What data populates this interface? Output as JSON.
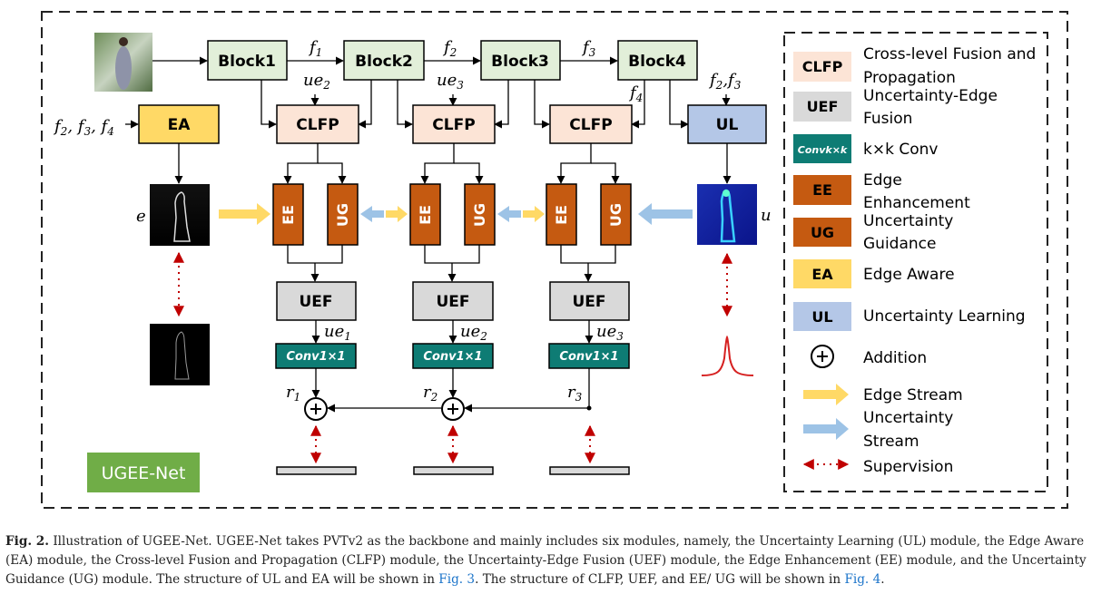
{
  "backbone": {
    "blocks": [
      "Block1",
      "Block2",
      "Block3",
      "Block4"
    ],
    "features": [
      "f1",
      "f2",
      "f3"
    ]
  },
  "labels": {
    "f1": "f",
    "f1_sub": "1",
    "f2": "f",
    "f2_sub": "2",
    "f3": "f",
    "f3_sub": "3",
    "f4_sub": "4",
    "ue2": "ue",
    "ue2_sub": "2",
    "ue3": "ue",
    "ue3_sub": "3",
    "ea_inputs": "f",
    "ul_inputs": "f",
    "e": "e",
    "u": "u",
    "ue1_out": "ue",
    "ue1_out_sub": "1",
    "ue2_out": "ue",
    "ue2_out_sub": "2",
    "ue3_out": "ue",
    "ue3_out_sub": "3",
    "r": "r",
    "r1_sub": "1",
    "r2_sub": "2",
    "r3_sub": "3"
  },
  "modules": {
    "clfp": "CLFP",
    "ea": "EA",
    "ul": "UL",
    "ee": "EE",
    "ug": "UG",
    "uef": "UEF",
    "conv": "Conv1×1",
    "net_name": "UGEE-Net"
  },
  "legend": [
    {
      "key": "CLFP",
      "line1": "Cross-level Fusion and",
      "line2": "Propagation",
      "color": "#fce4d6"
    },
    {
      "key": "UEF",
      "line1": "Uncertainty-Edge",
      "line2": "Fusion",
      "color": "#d9d9d9"
    },
    {
      "key": "Convk×k",
      "line1": "k×k Conv",
      "line2": "",
      "color": "#0e7c74"
    },
    {
      "key": "EE",
      "line1": "Edge",
      "line2": "Enhancement",
      "color": "#c55a11"
    },
    {
      "key": "UG",
      "line1": "Uncertainty",
      "line2": "Guidance",
      "color": "#c55a11"
    },
    {
      "key": "EA",
      "line1": "Edge Aware",
      "line2": "",
      "color": "#ffd966"
    },
    {
      "key": "UL",
      "line1": "Uncertainty Learning",
      "line2": "",
      "color": "#b4c7e7"
    },
    {
      "key": "+",
      "line1": "Addition",
      "line2": "",
      "color": "#ffffff"
    },
    {
      "key": "edge-stream",
      "line1": "Edge Stream",
      "line2": "",
      "color": "#ffd966"
    },
    {
      "key": "uncertainty-stream",
      "line1": "Uncertainty",
      "line2": "Stream",
      "color": "#9dc3e6"
    },
    {
      "key": "supervision",
      "line1": "Supervision",
      "line2": "",
      "color": "#c00000"
    }
  ],
  "colors": {
    "block": "#e2efd9",
    "clfp": "#fce4d6",
    "ea": "#ffd966",
    "ul": "#b4c7e7",
    "eeug": "#c55a11",
    "uef": "#d9d9d9",
    "conv": "#0e7c74",
    "netbox": "#70ad47",
    "edge_arrow": "#ffd966",
    "unc_arrow": "#9dc3e6",
    "supervision": "#c00000"
  },
  "caption": {
    "fig": "Fig. 2.",
    "text1": "Illustration of UGEE-Net. UGEE-Net takes PVTv2 as the backbone and mainly includes six modules, namely, the Uncertainty Learning (UL) module, the Edge Aware (EA) module, the Cross-level Fusion and Propagation (CLFP) module, the Uncertainty-Edge Fusion (UEF) module, the Edge Enhancement (EE) module, and the Uncertainty Guidance (UG) module. The structure of UL and EA will be shown in ",
    "ref1": "Fig. 3",
    "text2": ". The structure of CLFP, UEF, and EE/ UG will be shown in ",
    "ref2": "Fig. 4",
    "text3": "."
  }
}
